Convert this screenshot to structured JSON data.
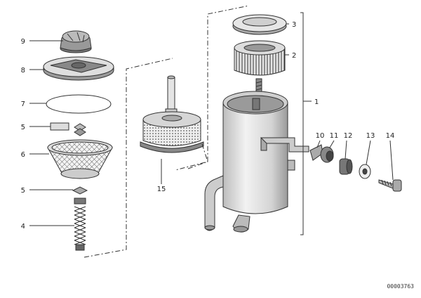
{
  "callouts": [
    "9",
    "8",
    "7",
    "5",
    "6",
    "5",
    "4",
    "15",
    "3",
    "2",
    "1",
    "10",
    "11",
    "12",
    "13",
    "14"
  ],
  "reference_number": "00003763",
  "colors": {
    "line": "#333333",
    "light_fill": "#eeeeee",
    "mid_fill": "#cccccc",
    "dark_fill": "#888888",
    "background": "#ffffff"
  }
}
